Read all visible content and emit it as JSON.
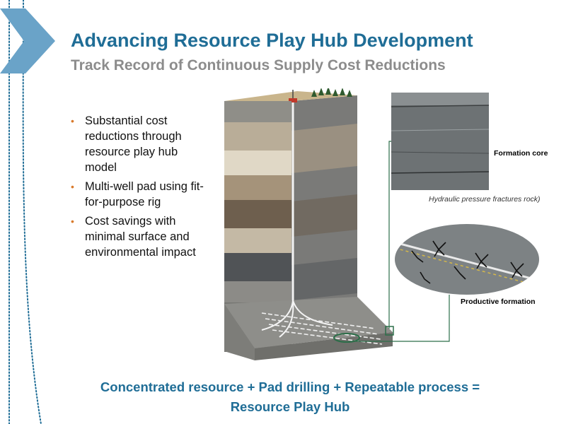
{
  "slide": {
    "title": "Advancing Resource Play Hub Development",
    "subtitle": "Track Record of Continuous Supply Cost Reductions",
    "bullets": [
      "Substantial cost reductions through resource play hub model",
      "Multi-well pad using fit-for-purpose rig",
      "Cost savings with minimal surface and environmental impact"
    ],
    "diagram": {
      "formation_core_label": "Formation core",
      "fracture_caption": "Hydraulic pressure fractures rock)",
      "productive_formation_label": "Productive formation"
    },
    "footer": {
      "line1": "Concentrated resource + Pad drilling + Repeatable process =",
      "line2": "Resource Play Hub"
    }
  },
  "colors": {
    "title": "#1f6d96",
    "subtitle": "#8c8c8c",
    "bullet_marker": "#d97a2c",
    "accent_chevron": "#6aa3c8",
    "footer": "#1f6d96"
  },
  "icons": [
    "chevron-arrow-icon",
    "drilling-rig-icon",
    "bullet-icon"
  ]
}
